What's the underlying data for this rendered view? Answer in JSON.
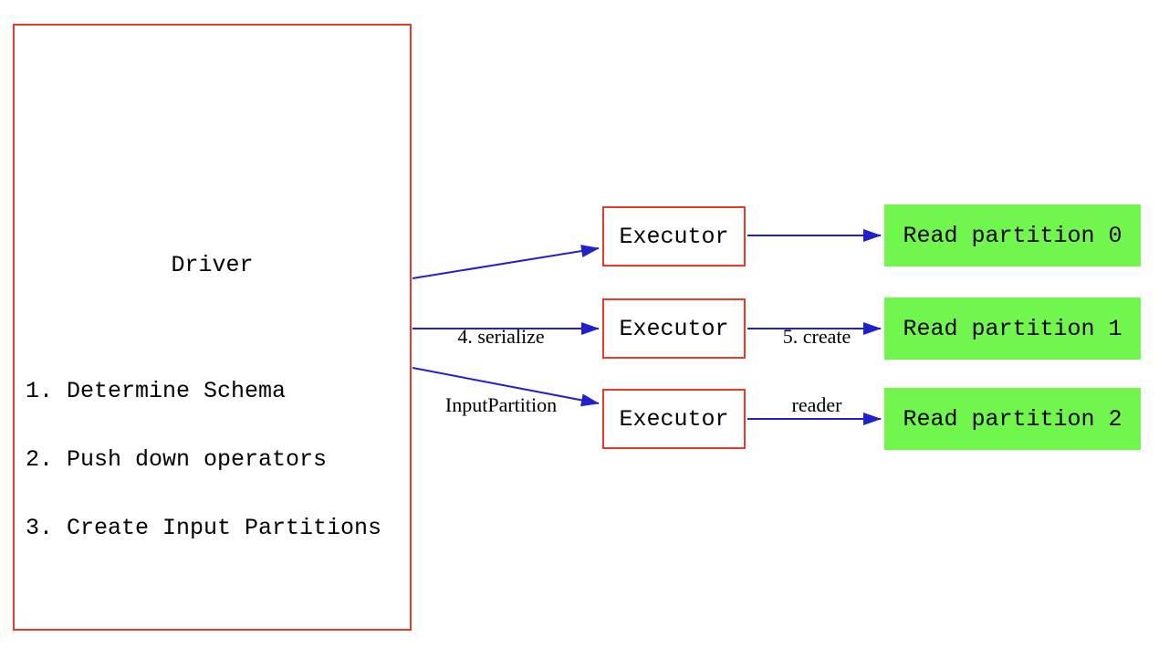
{
  "diagram": {
    "driver": {
      "title": "Driver",
      "steps": [
        "1. Determine Schema",
        "2. Push down operators",
        "3. Create Input Partitions"
      ]
    },
    "executors": [
      {
        "label": "Executor"
      },
      {
        "label": "Executor"
      },
      {
        "label": "Executor"
      }
    ],
    "partitions": [
      {
        "label": "Read partition 0"
      },
      {
        "label": "Read partition 1"
      },
      {
        "label": "Read partition 2"
      }
    ],
    "edge_labels": {
      "serialize": {
        "line1": "4. serialize",
        "line2": "InputPartition"
      },
      "create_reader": {
        "line1": "5. create",
        "line2": "reader"
      }
    },
    "colors": {
      "node_border": "#e8392c",
      "arrow": "#2121cc",
      "partition_fill": "#70f64c",
      "text": "#000000",
      "background": "#ffffff"
    }
  }
}
